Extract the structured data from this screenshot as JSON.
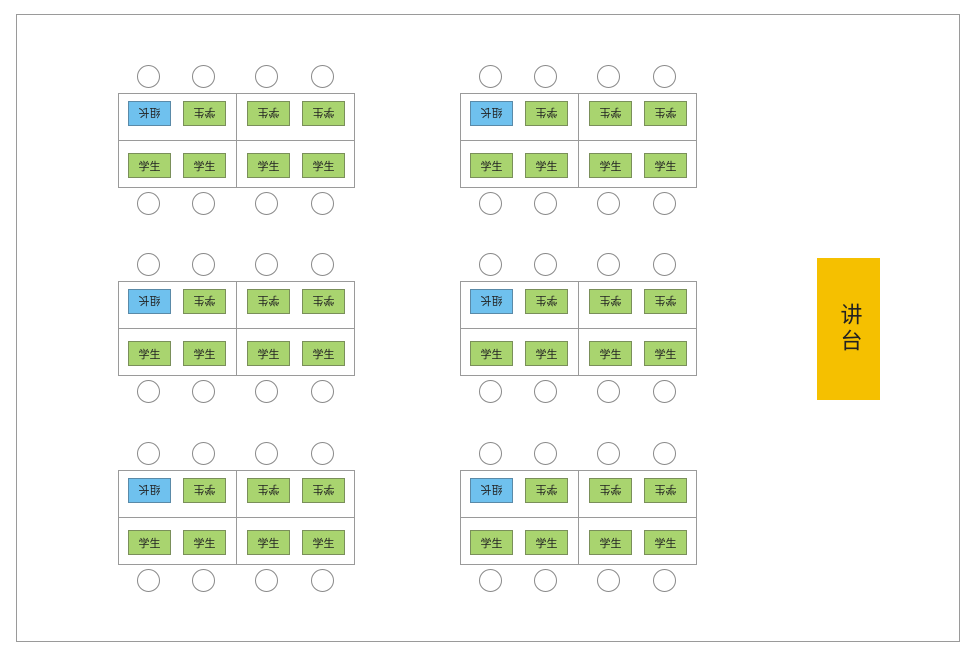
{
  "labels": {
    "leader": "组长",
    "student": "学生",
    "podium": "讲台"
  },
  "colors": {
    "student_card": "#a9d46f",
    "leader_card": "#6fc1ee",
    "podium": "#f5c000",
    "border": "#9a9a9a"
  },
  "groups": [
    {
      "id": "g1",
      "top_row": [
        "组长",
        "学生",
        "学生",
        "学生"
      ],
      "bottom_row": [
        "学生",
        "学生",
        "学生",
        "学生"
      ]
    },
    {
      "id": "g2",
      "top_row": [
        "组长",
        "学生",
        "学生",
        "学生"
      ],
      "bottom_row": [
        "学生",
        "学生",
        "学生",
        "学生"
      ]
    },
    {
      "id": "g3",
      "top_row": [
        "组长",
        "学生",
        "学生",
        "学生"
      ],
      "bottom_row": [
        "学生",
        "学生",
        "学生",
        "学生"
      ]
    },
    {
      "id": "g4",
      "top_row": [
        "组长",
        "学生",
        "学生",
        "学生"
      ],
      "bottom_row": [
        "学生",
        "学生",
        "学生",
        "学生"
      ]
    },
    {
      "id": "g5",
      "top_row": [
        "组长",
        "学生",
        "学生",
        "学生"
      ],
      "bottom_row": [
        "学生",
        "学生",
        "学生",
        "学生"
      ]
    },
    {
      "id": "g6",
      "top_row": [
        "组长",
        "学生",
        "学生",
        "学生"
      ],
      "bottom_row": [
        "学生",
        "学生",
        "学生",
        "学生"
      ]
    }
  ]
}
